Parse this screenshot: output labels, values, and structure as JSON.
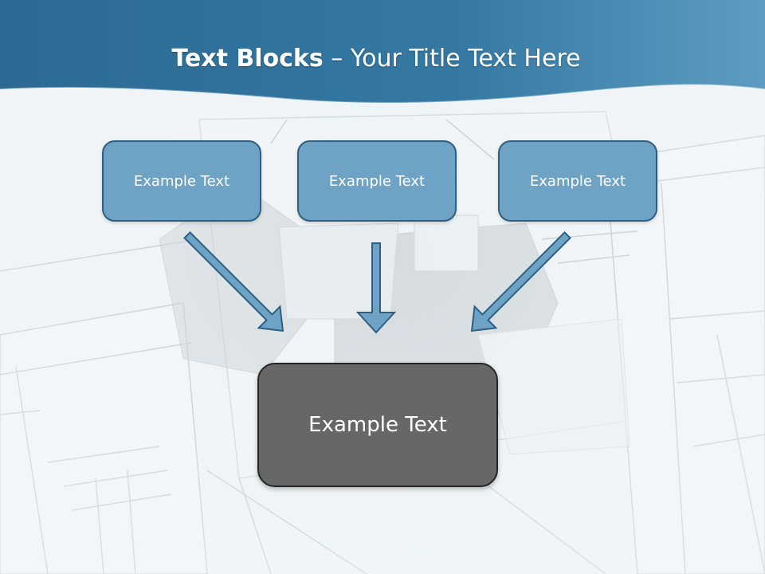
{
  "slide": {
    "title_bold": "Text Blocks",
    "title_sep": " – ",
    "title_rest": "Your Title Text Here"
  },
  "blocks": {
    "top": [
      "Example Text",
      "Example Text",
      "Example Text"
    ],
    "center": "Example Text"
  },
  "colors": {
    "header": "#2f6e96",
    "block_fill": "#6fa3c6",
    "block_border": "#2e5f80",
    "center_fill": "#676767",
    "center_border": "#262626",
    "arrow_fill": "#6fa3c6",
    "arrow_stroke": "#2e5f80"
  }
}
